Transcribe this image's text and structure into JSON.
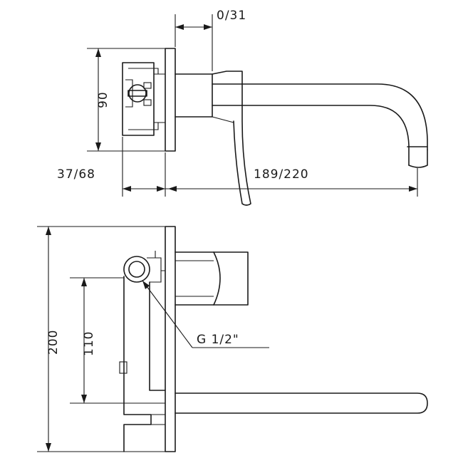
{
  "dimensions": {
    "top_offset": "0/31",
    "height_upper": "90",
    "wall_depth": "37/68",
    "spout_reach": "189/220",
    "overall_height": "200",
    "inlet_to_spout": "110",
    "thread": "G  1/2\""
  },
  "colors": {
    "line": "#1a1a1a",
    "background": "#ffffff"
  }
}
